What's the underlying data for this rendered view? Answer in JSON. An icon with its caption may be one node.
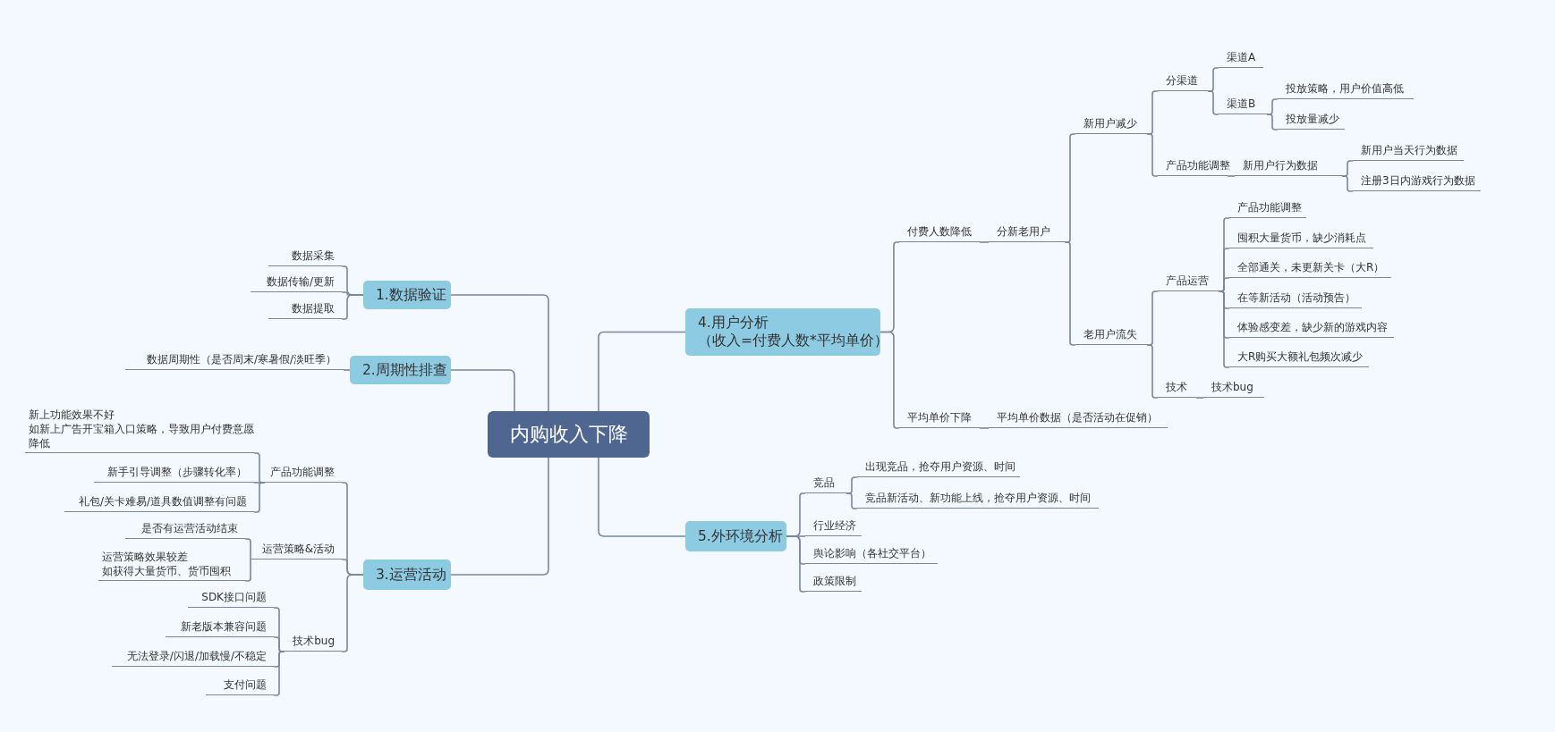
{
  "diagram": {
    "nodes": [
      {
        "text": [
          "内购收入下降"
        ]
      },
      {
        "text": [
          "1.数据验证"
        ]
      },
      {
        "text": [
          "数据采集"
        ]
      },
      {
        "text": [
          "数据传输/更新"
        ]
      },
      {
        "text": [
          "数据提取"
        ]
      },
      {
        "text": [
          "2.周期性排查"
        ]
      },
      {
        "text": [
          "数据周期性（是否周末/寒暑假/淡旺季）"
        ]
      },
      {
        "text": [
          "3.运营活动"
        ]
      },
      {
        "text": [
          "产品功能调整"
        ]
      },
      {
        "text": [
          "新上功能效果不好如新上广告开宝箱入口策略，导致用户付费意愿降低"
        ]
      },
      {
        "text": [
          "新手引导调整（步骤转化率）"
        ]
      },
      {
        "text": [
          "礼包/关卡难易/道具数值调整有问题"
        ]
      },
      {
        "text": [
          "运营策略&活动"
        ]
      },
      {
        "text": [
          "是否有运营活动结束"
        ]
      },
      {
        "text": [
          "运营策略效果较差如获得大量货币、货币囤积"
        ]
      },
      {
        "text": [
          "技术bug"
        ]
      },
      {
        "text": [
          "SDK接口问题"
        ]
      },
      {
        "text": [
          "新老版本兼容问题"
        ]
      },
      {
        "text": [
          "无法登录/闪退/加载慢/不稳定"
        ]
      },
      {
        "text": [
          "支付问题"
        ]
      },
      {
        "text": [
          "4.用户分析（收入=付费人数*平均单价）"
        ]
      },
      {
        "text": [
          "付费人数降低"
        ]
      },
      {
        "text": [
          "分新老用户"
        ]
      },
      {
        "text": [
          "新用户减少"
        ]
      },
      {
        "text": [
          "分渠道"
        ]
      },
      {
        "text": [
          "渠道A"
        ]
      },
      {
        "text": [
          "渠道B"
        ]
      },
      {
        "text": [
          "投放策略，用户价值高低"
        ]
      },
      {
        "text": [
          "投放量减少"
        ]
      },
      {
        "text": [
          "产品功能调整"
        ]
      },
      {
        "text": [
          "新用户行为数据"
        ]
      },
      {
        "text": [
          "新用户当天行为数据"
        ]
      },
      {
        "text": [
          "注册3日内游戏行为数据"
        ]
      },
      {
        "text": [
          "老用户流失"
        ]
      },
      {
        "text": [
          "产品运营"
        ]
      },
      {
        "text": [
          "产品功能调整"
        ]
      },
      {
        "text": [
          "囤积大量货币，缺少消耗点"
        ]
      },
      {
        "text": [
          "全部通关，未更新关卡（大R）"
        ]
      },
      {
        "text": [
          "在等新活动（活动预告）"
        ]
      },
      {
        "text": [
          "体验感变差，缺少新的游戏内容"
        ]
      },
      {
        "text": [
          "大R购买大额礼包频次减少"
        ]
      },
      {
        "text": [
          "技术"
        ]
      },
      {
        "text": [
          "技术bug"
        ]
      },
      {
        "text": [
          "平均单价下降"
        ]
      },
      {
        "text": [
          "平均单价数据（是否活动在促销）"
        ]
      },
      {
        "text": [
          "5.外环境分析"
        ]
      },
      {
        "text": [
          "竞品"
        ]
      },
      {
        "text": [
          "出现竞品，抢夺用户资源、时间"
        ]
      },
      {
        "text": [
          "竞品新活动、新功能上线，抢夺用户资源、时间"
        ]
      },
      {
        "text": [
          "行业经济"
        ]
      },
      {
        "text": [
          "舆论影响（各社交平台）"
        ]
      },
      {
        "text": [
          "政策限制"
        ]
      }
    ],
    "edges": [
      {
        "from": 0,
        "to": 1,
        "arrow": "none"
      },
      {
        "from": 0,
        "to": 5,
        "arrow": "none"
      },
      {
        "from": 0,
        "to": 7,
        "arrow": "none"
      },
      {
        "from": 0,
        "to": 20,
        "arrow": "none"
      },
      {
        "from": 0,
        "to": 45,
        "arrow": "none"
      },
      {
        "from": 1,
        "to": 2,
        "arrow": "none"
      },
      {
        "from": 1,
        "to": 3,
        "arrow": "none"
      },
      {
        "from": 1,
        "to": 4,
        "arrow": "none"
      },
      {
        "from": 5,
        "to": 6,
        "arrow": "none"
      },
      {
        "from": 7,
        "to": 8,
        "arrow": "none"
      },
      {
        "from": 7,
        "to": 12,
        "arrow": "none"
      },
      {
        "from": 7,
        "to": 15,
        "arrow": "none"
      },
      {
        "from": 8,
        "to": 9,
        "arrow": "none"
      },
      {
        "from": 8,
        "to": 10,
        "arrow": "none"
      },
      {
        "from": 8,
        "to": 11,
        "arrow": "none"
      },
      {
        "from": 12,
        "to": 13,
        "arrow": "none"
      },
      {
        "from": 12,
        "to": 14,
        "arrow": "none"
      },
      {
        "from": 15,
        "to": 16,
        "arrow": "none"
      },
      {
        "from": 15,
        "to": 17,
        "arrow": "none"
      },
      {
        "from": 15,
        "to": 18,
        "arrow": "none"
      },
      {
        "from": 15,
        "to": 19,
        "arrow": "none"
      },
      {
        "from": 20,
        "to": 21,
        "arrow": "none"
      },
      {
        "from": 20,
        "to": 43,
        "arrow": "none"
      },
      {
        "from": 21,
        "to": 22,
        "arrow": "none"
      },
      {
        "from": 22,
        "to": 23,
        "arrow": "none"
      },
      {
        "from": 22,
        "to": 33,
        "arrow": "none"
      },
      {
        "from": 23,
        "to": 24,
        "arrow": "none"
      },
      {
        "from": 23,
        "to": 29,
        "arrow": "none"
      },
      {
        "from": 24,
        "to": 25,
        "arrow": "none"
      },
      {
        "from": 24,
        "to": 26,
        "arrow": "none"
      },
      {
        "from": 26,
        "to": 27,
        "arrow": "none"
      },
      {
        "from": 26,
        "to": 28,
        "arrow": "none"
      },
      {
        "from": 29,
        "to": 30,
        "arrow": "none"
      },
      {
        "from": 30,
        "to": 31,
        "arrow": "none"
      },
      {
        "from": 30,
        "to": 32,
        "arrow": "none"
      },
      {
        "from": 33,
        "to": 34,
        "arrow": "none"
      },
      {
        "from": 33,
        "to": 41,
        "arrow": "none"
      },
      {
        "from": 34,
        "to": 35,
        "arrow": "none"
      },
      {
        "from": 34,
        "to": 36,
        "arrow": "none"
      },
      {
        "from": 34,
        "to": 37,
        "arrow": "none"
      },
      {
        "from": 34,
        "to": 38,
        "arrow": "none"
      },
      {
        "from": 34,
        "to": 39,
        "arrow": "none"
      },
      {
        "from": 34,
        "to": 40,
        "arrow": "none"
      },
      {
        "from": 41,
        "to": 42,
        "arrow": "none"
      },
      {
        "from": 43,
        "to": 44,
        "arrow": "none"
      },
      {
        "from": 45,
        "to": 46,
        "arrow": "none"
      },
      {
        "from": 45,
        "to": 49,
        "arrow": "none"
      },
      {
        "from": 45,
        "to": 50,
        "arrow": "none"
      },
      {
        "from": 45,
        "to": 51,
        "arrow": "none"
      },
      {
        "from": 46,
        "to": 47,
        "arrow": "none"
      },
      {
        "from": 46,
        "to": 48,
        "arrow": "none"
      }
    ]
  }
}
